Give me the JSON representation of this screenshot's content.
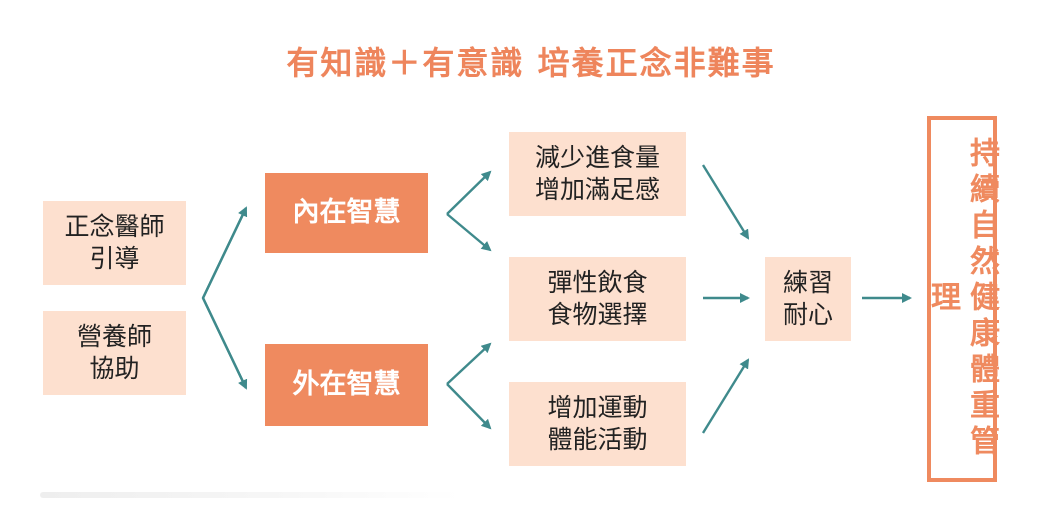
{
  "title": "有知識＋有意識  培養正念非難事",
  "left": {
    "top": "正念醫師\n引導",
    "bottom": "營養師\n協助"
  },
  "wisdom": {
    "inner": "內在智慧",
    "outer": "外在智慧"
  },
  "actions": {
    "a1": "減少進食量\n增加滿足感",
    "a2": "彈性飲食\n食物選擇",
    "a3": "增加運動\n體能活動"
  },
  "practice": "練習\n耐心",
  "goal": "持續自然健康體重管理",
  "colors": {
    "accent": "#ef8a5f",
    "light": "#fde0cf",
    "arrow": "#3f8a8c"
  }
}
